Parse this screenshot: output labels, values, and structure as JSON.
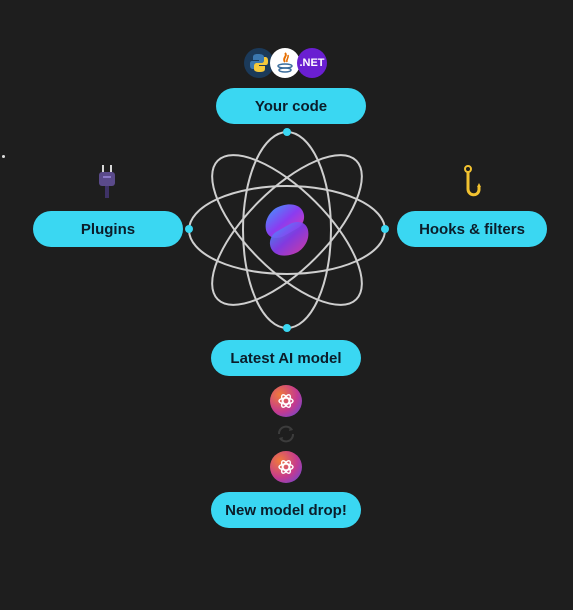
{
  "nodes": {
    "your_code": "Your code",
    "plugins": "Plugins",
    "hooks_filters": "Hooks & filters",
    "latest_model": "Latest AI model",
    "new_model_drop": "New model drop!"
  },
  "languages": {
    "dotnet_label": ".NET"
  },
  "icons": {
    "python": "python-icon",
    "java": "java-icon",
    "dotnet": "dotnet-icon",
    "center": "semantic-kernel-logo-icon",
    "plug": "plug-icon",
    "hook": "hook-icon",
    "openai": "openai-icon",
    "refresh": "refresh-icon"
  },
  "colors": {
    "background": "#1e1e1e",
    "pill": "#3ad7f2",
    "pill_text": "#0b1d2a",
    "orbit": "#cfcfcf",
    "connector_dot": "#3ad7f2"
  }
}
